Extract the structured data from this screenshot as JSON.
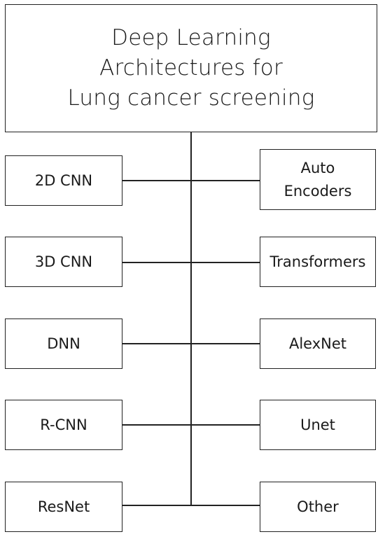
{
  "diagram": {
    "title": "Deep Learning\nArchitectures for\nLung cancer screening",
    "left_nodes": [
      {
        "label": "2D CNN"
      },
      {
        "label": "3D CNN"
      },
      {
        "label": "DNN"
      },
      {
        "label": "R-CNN"
      },
      {
        "label": "ResNet"
      }
    ],
    "right_nodes": [
      {
        "label": "Auto\nEncoders"
      },
      {
        "label": "Transformers"
      },
      {
        "label": "AlexNet"
      },
      {
        "label": "Unet"
      },
      {
        "label": "Other"
      }
    ]
  }
}
